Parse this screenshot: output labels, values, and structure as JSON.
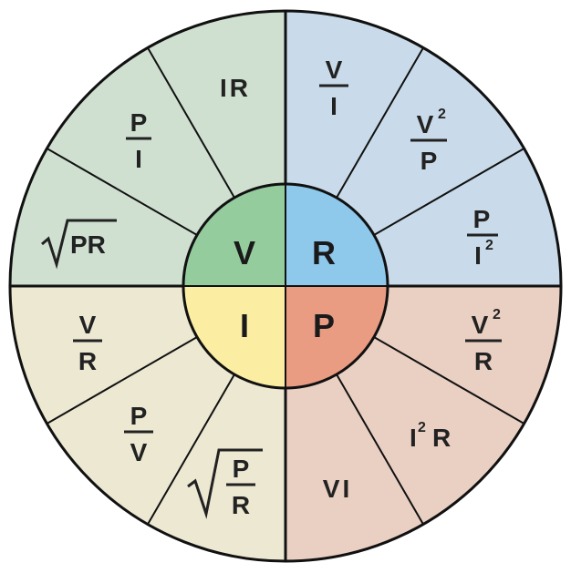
{
  "colors": {
    "V_outer": "#cfe0d1",
    "R_outer": "#c9dbea",
    "I_outer": "#ede8d2",
    "P_outer": "#ead0c3",
    "V_center": "#94cc9e",
    "R_center": "#8ec8ea",
    "I_center": "#fbeea2",
    "P_center": "#e99c82",
    "stroke": "#111111"
  },
  "center": {
    "V": "V",
    "R": "R",
    "I": "I",
    "P": "P"
  },
  "segments": {
    "V": {
      "s1": {
        "text": "IR"
      },
      "s2": {
        "num": "P",
        "den": "I"
      },
      "s3": {
        "rad": "PR"
      }
    },
    "R": {
      "s1": {
        "num": "V",
        "den": "I"
      },
      "s2": {
        "num": "V",
        "num_sup": "2",
        "den": "P"
      },
      "s3": {
        "num": "P",
        "den": "I",
        "den_sup": "2"
      }
    },
    "P": {
      "s1": {
        "num": "V",
        "num_sup": "2",
        "den": "R"
      },
      "s2": {
        "base": "I",
        "sup": "2",
        "rest": "R"
      },
      "s3": {
        "text": "VI"
      }
    },
    "I": {
      "s1": {
        "rad_num": "P",
        "rad_den": "R"
      },
      "s2": {
        "num": "P",
        "den": "V"
      },
      "s3": {
        "num": "V",
        "den": "R"
      }
    }
  }
}
